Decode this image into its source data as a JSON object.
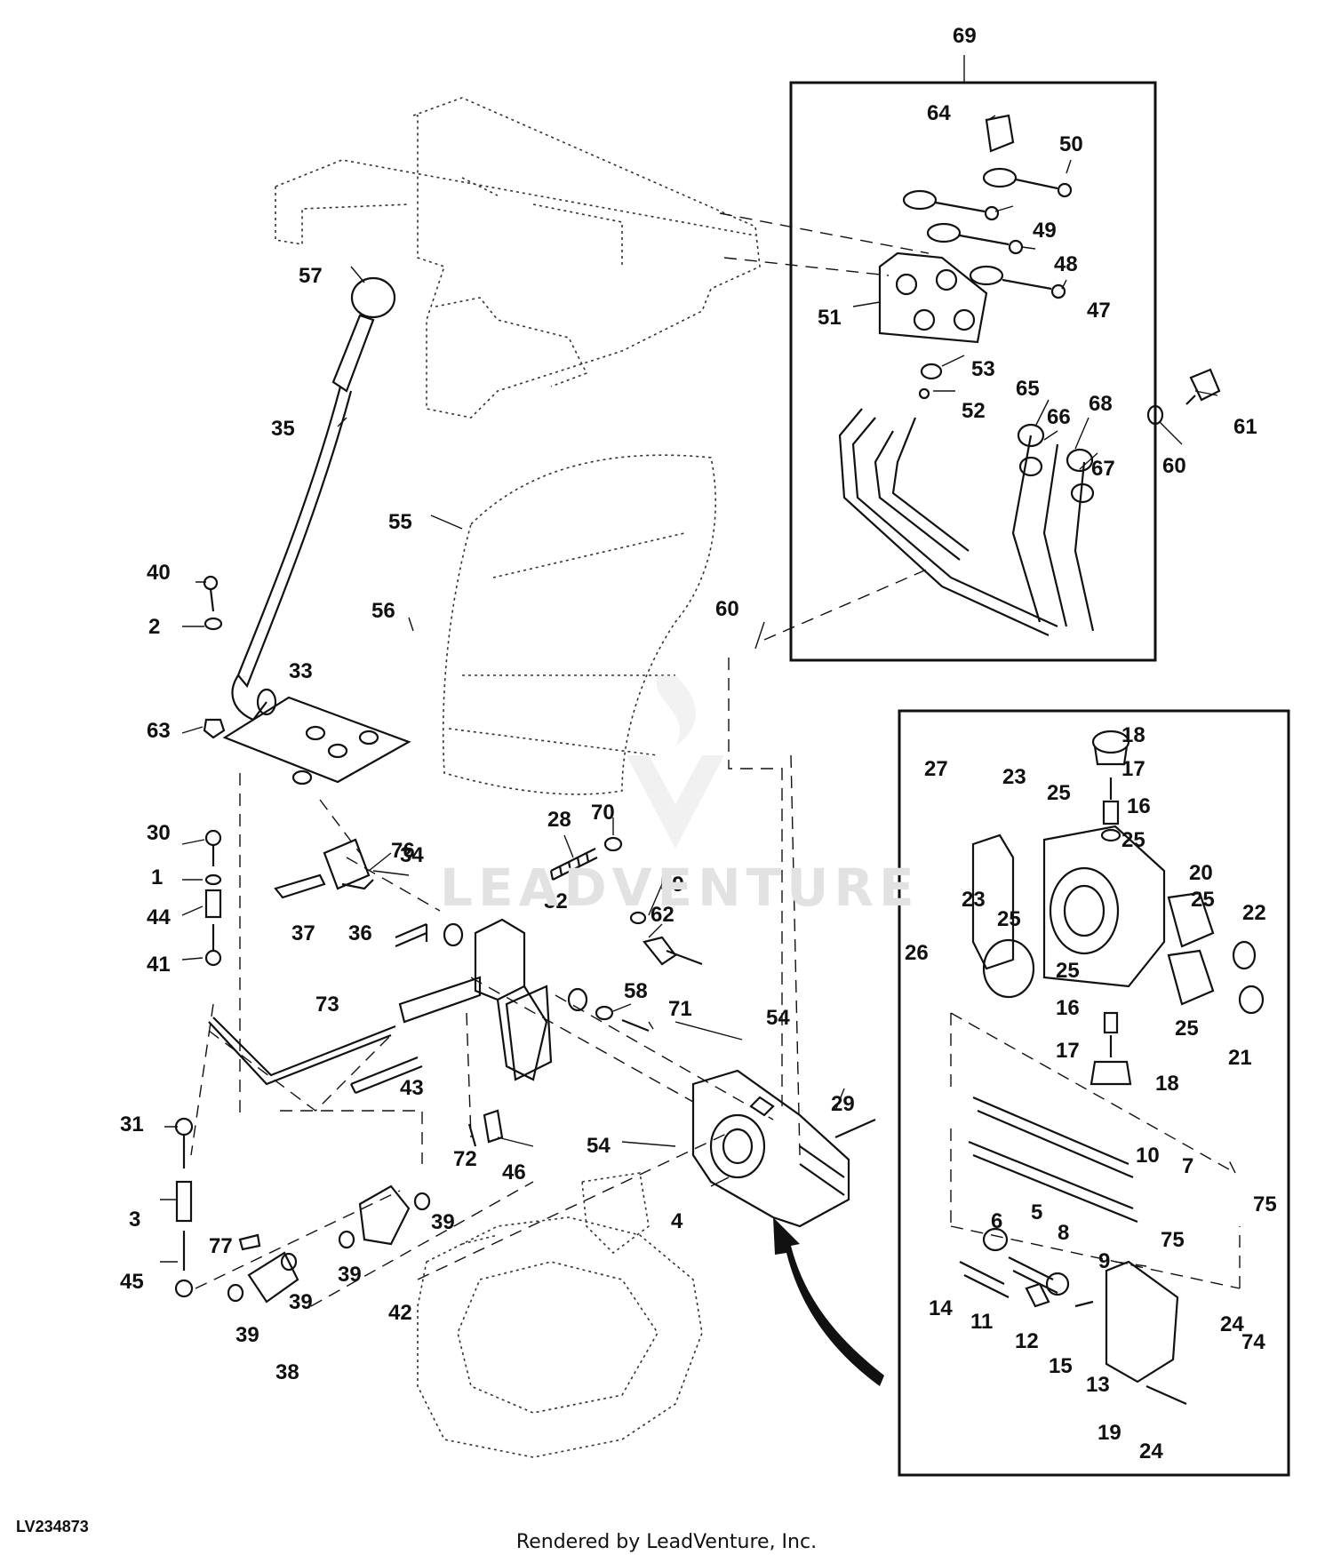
{
  "drawing_id": "LV234873",
  "footer": "Rendered by LeadVenture, Inc.",
  "watermark": "LEADVENTURE",
  "callouts": [
    "69",
    "64",
    "50",
    "49",
    "48",
    "47",
    "51",
    "53",
    "52",
    "65",
    "66",
    "68",
    "67",
    "61",
    "60",
    "60",
    "57",
    "35",
    "55",
    "56",
    "40",
    "2",
    "33",
    "63",
    "76",
    "34",
    "30",
    "1",
    "44",
    "41",
    "37",
    "36",
    "28",
    "70",
    "32",
    "59",
    "62",
    "58",
    "71",
    "73",
    "43",
    "54",
    "29",
    "31",
    "72",
    "46",
    "54",
    "4",
    "3",
    "77",
    "39",
    "39",
    "39",
    "39",
    "42",
    "45",
    "38",
    "18",
    "17",
    "16",
    "27",
    "23",
    "25",
    "25",
    "23",
    "25",
    "20",
    "25",
    "22",
    "26",
    "25",
    "16",
    "17",
    "18",
    "25",
    "21",
    "10",
    "7",
    "75",
    "75",
    "6",
    "5",
    "8",
    "9",
    "14",
    "11",
    "12",
    "15",
    "13",
    "24",
    "74",
    "19",
    "24"
  ]
}
